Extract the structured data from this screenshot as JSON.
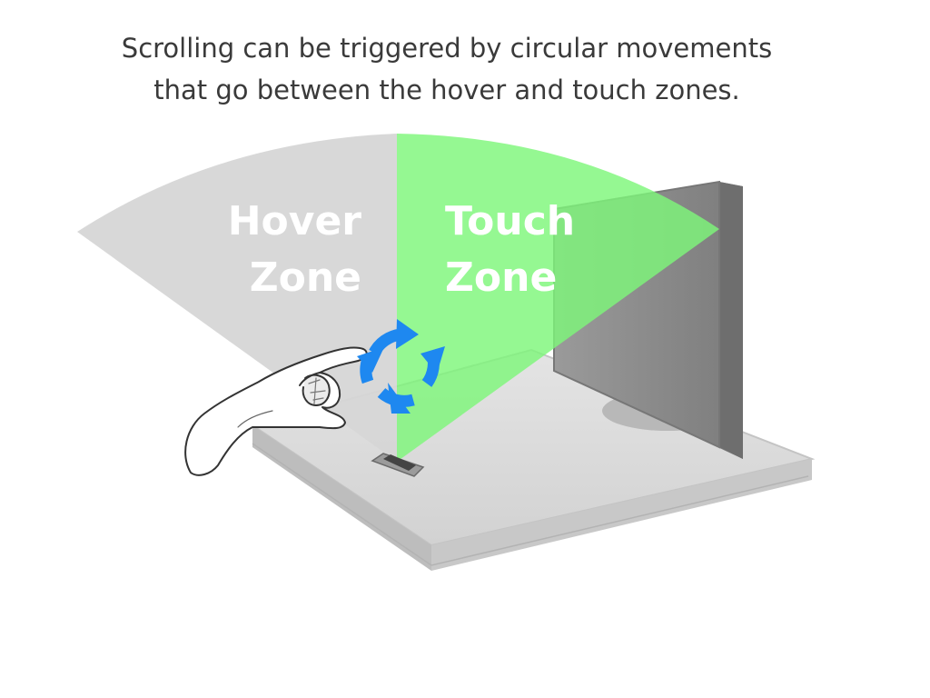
{
  "caption": {
    "line1": "Scrolling can be triggered by circular movements",
    "line2": "that go between the hover and touch zones."
  },
  "zones": {
    "hover": {
      "line1": "Hover",
      "line2": "Zone",
      "color": "#d6d6d6"
    },
    "touch": {
      "line1": "Touch",
      "line2": "Zone",
      "color": "#7ef77a"
    }
  },
  "colors": {
    "arrows": "#1e88f0",
    "desk": "#d9d9d9",
    "monitor": "#8a8a8a",
    "sensor": "#555555"
  },
  "icons": [
    "circular-arrows-icon",
    "hand-icon",
    "sensor-device-icon",
    "monitor-icon"
  ]
}
